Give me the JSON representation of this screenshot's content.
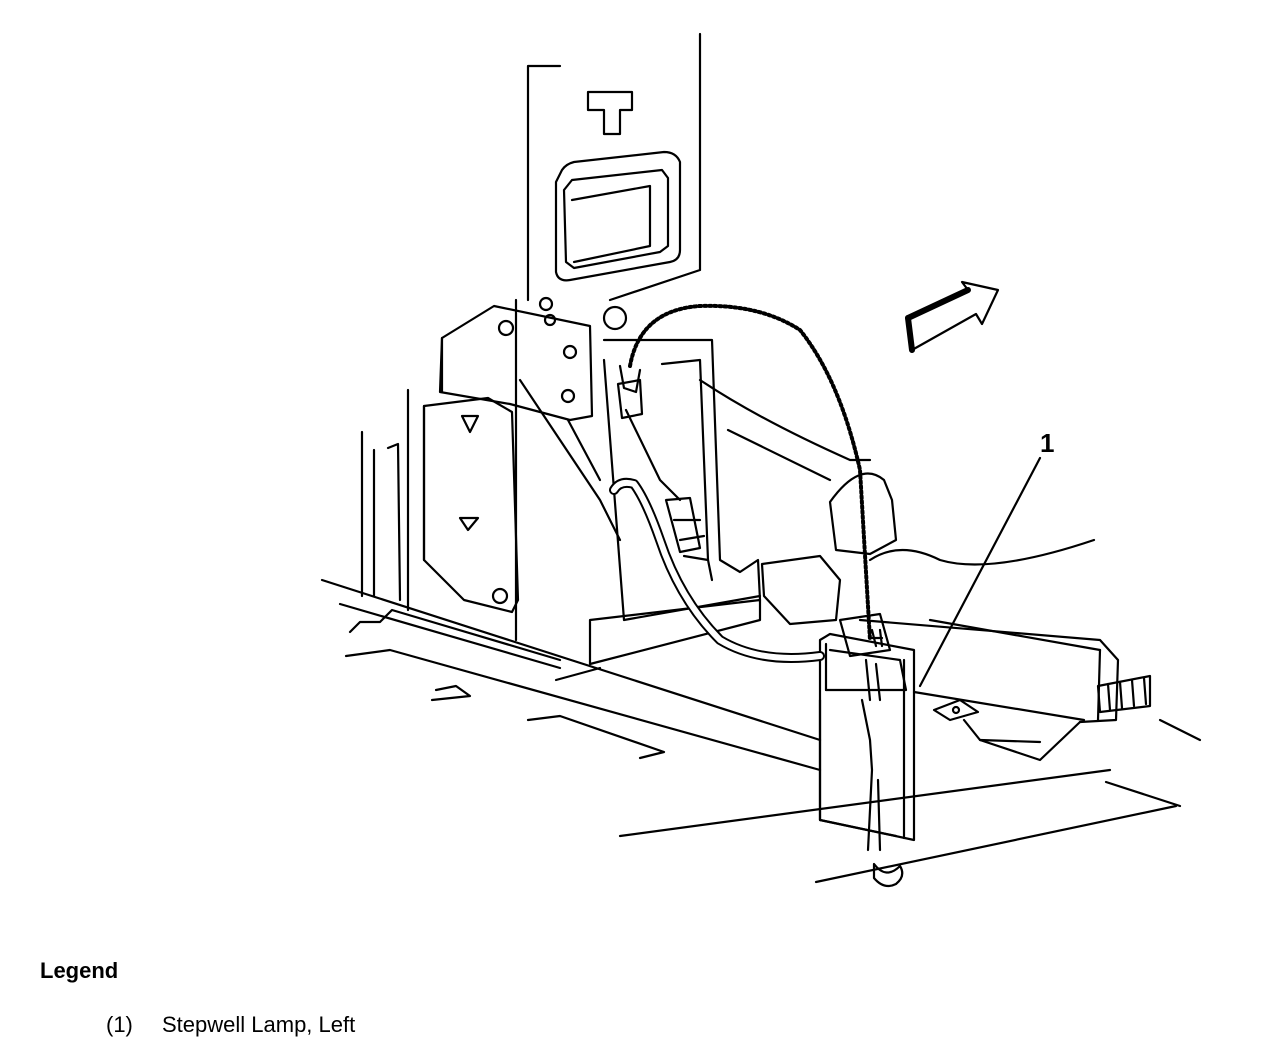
{
  "diagram": {
    "callout": "1"
  },
  "legend": {
    "title": "Legend",
    "items": [
      {
        "number": "(1)",
        "label": "Stepwell Lamp, Left"
      }
    ]
  },
  "colors": {
    "line": "#000000",
    "background": "#ffffff"
  },
  "icons": {
    "direction": "front-arrow-icon"
  }
}
